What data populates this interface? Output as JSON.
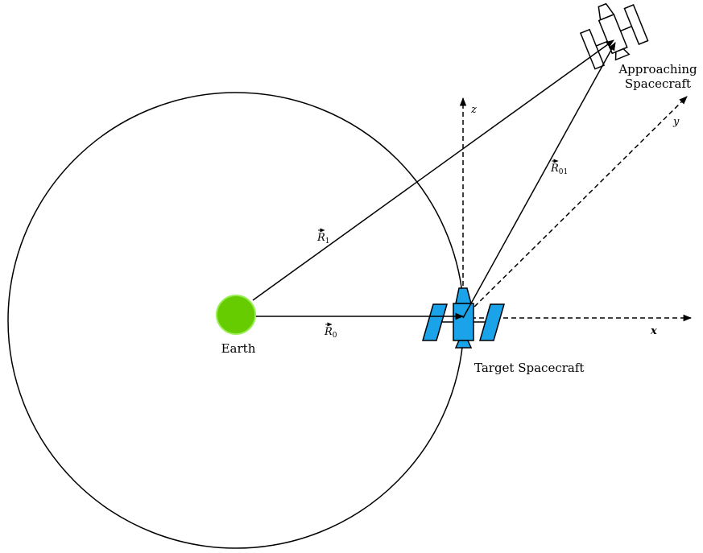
{
  "labels": {
    "earth": "Earth",
    "target": "Target Spacecraft",
    "approaching_line1": "Approaching",
    "approaching_line2": "Spacecraft",
    "axis_x": "x",
    "axis_y": "y",
    "axis_z": "z"
  },
  "vectors": {
    "r0": {
      "symbol": "R",
      "subscript": "0"
    },
    "r1": {
      "symbol": "R",
      "subscript": "1"
    },
    "r01": {
      "symbol": "R",
      "subscript": "01"
    }
  },
  "colors": {
    "earth_fill": "#66cc00",
    "earth_stroke": "#99ee55",
    "target_fill": "#1aa3e8",
    "line": "#000000"
  }
}
